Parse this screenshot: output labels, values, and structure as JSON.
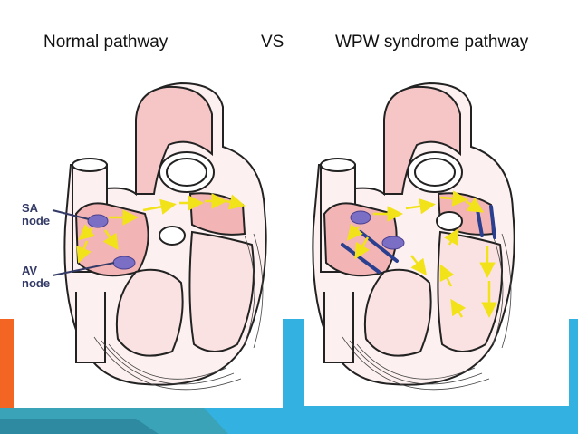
{
  "titles": {
    "left": "Normal pathway",
    "vs": "VS",
    "right": "WPW syndrome pathway"
  },
  "labels": {
    "sa_line1": "SA",
    "sa_line2": "node",
    "av_line1": "AV",
    "av_line2": "node"
  },
  "colors": {
    "background": "#ffffff",
    "accent_orange": "#f26522",
    "accent_blue": "#33b1e1",
    "accent_teal": "#3aa3b8",
    "heart_wall_pink": "#f2b4b4",
    "heart_inner": "#fdf0f0",
    "node_purple": "#7a6fc4",
    "arrow_yellow": "#f2e21a",
    "accessory_pathway_blue": "#2a3f8f"
  }
}
